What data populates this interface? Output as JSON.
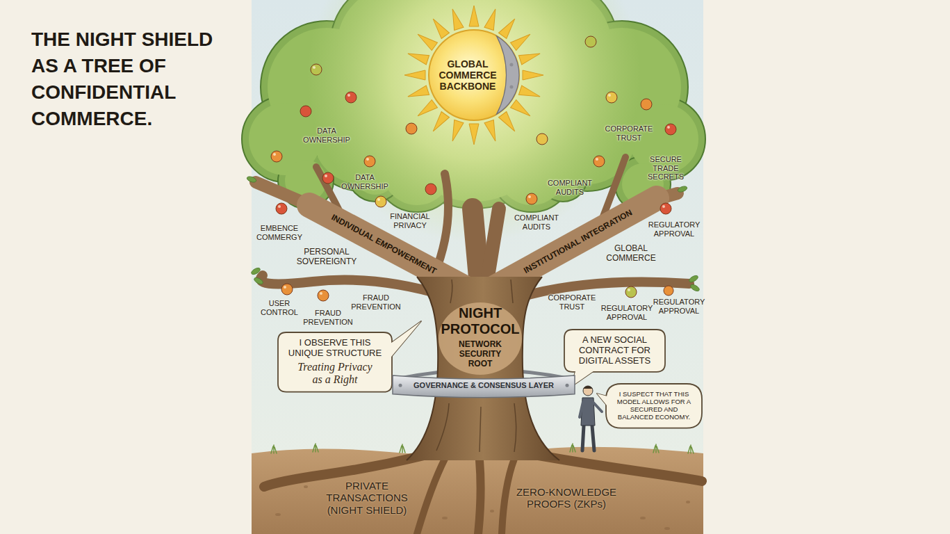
{
  "diagram": {
    "title": "THE NIGHT SHIELD AS A TREE OF CONFIDENTIAL COMMERCE.",
    "nodes": [
      {
        "text": [
          "GLOBAL COMMERCE BACKBONE"
        ]
      },
      {
        "text": [
          "I OBSERVE THIS UNIQUE STRUCTURE",
          "Treating Privacy as a Right"
        ]
      },
      {
        "text": [
          "A NEW SOCIAL CONTRACT FOR DIGITAL ASSETS"
        ]
      },
      {
        "text": [
          "GOVERNANCE & CONSENSUS LAYER"
        ]
      },
      {
        "text": [
          "I SUSPECT THAT THIS MODEL ALLOWS FOR A SECURED AND BALANCED ECONOMY."
        ]
      }
    ],
    "labels": [
      "DATA OWNERSHIP",
      "CORPORATE TRUST",
      "SECURE TRADE SECRETS",
      "DATA OWNERSHIP",
      "COMPLIANT AUDITS",
      "FINANCIAL PRIVACY",
      "COMPLIANT AUDITS",
      "EMBENCE COMMERGY",
      "REGULATORY APPROVAL",
      "INDIVIDUAL EMPOWERMENT",
      "INSTITUTIONAL INTEGRATION",
      "PERSONAL SOVEREIGNTY",
      "GLOBAL COMMERCE",
      "USER CONTROL",
      "FRAUD PREVENTION",
      "CORPORATE TRUST",
      "REGULATORY APPROVAL",
      "FRAUD PREVENTION",
      "REGULATORY APPROVAL",
      "NIGHT PROTOCOL",
      "NETWORK SECURITY ROOT",
      "PRIVATE TRANSACTIONS (NIGHT SHIELD)",
      "ZERO-KNOWLEDGE PROOFS (ZKPs)"
    ]
  }
}
